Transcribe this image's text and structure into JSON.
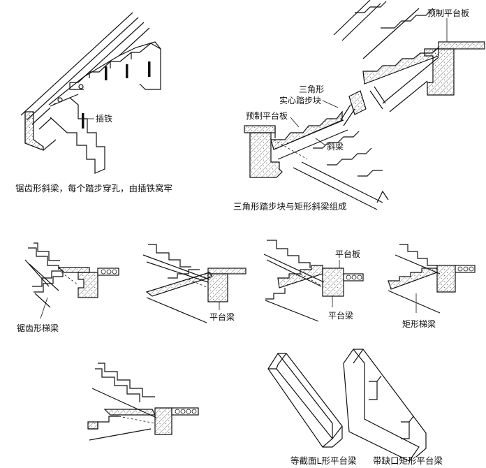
{
  "figures": {
    "sawtooth_beam": {
      "caption": "锯齿形斜梁，每个踏步穿孔，由插铁窝牢",
      "label_insert_iron": "插铁"
    },
    "triangle_steps": {
      "caption": "三角形踏步块与矩形斜梁组成",
      "label_precast_top": "预制平台板",
      "label_triangle_line1": "三角形",
      "label_triangle_line2": "实心踏步块",
      "label_precast_left": "预制平台板",
      "label_inclined_beam": "斜梁"
    },
    "middle_row": {
      "label_sawtooth": "锯齿形梯梁",
      "label_platform_beam_1": "平台梁",
      "label_platform_slab": "平台板",
      "label_platform_beam_2": "平台梁",
      "label_rect_beam": "矩形梯梁"
    },
    "bottom_row": {
      "label_l_beam": "等截面L形平台梁",
      "label_notched_beam": "带缺口矩形平台梁"
    }
  }
}
